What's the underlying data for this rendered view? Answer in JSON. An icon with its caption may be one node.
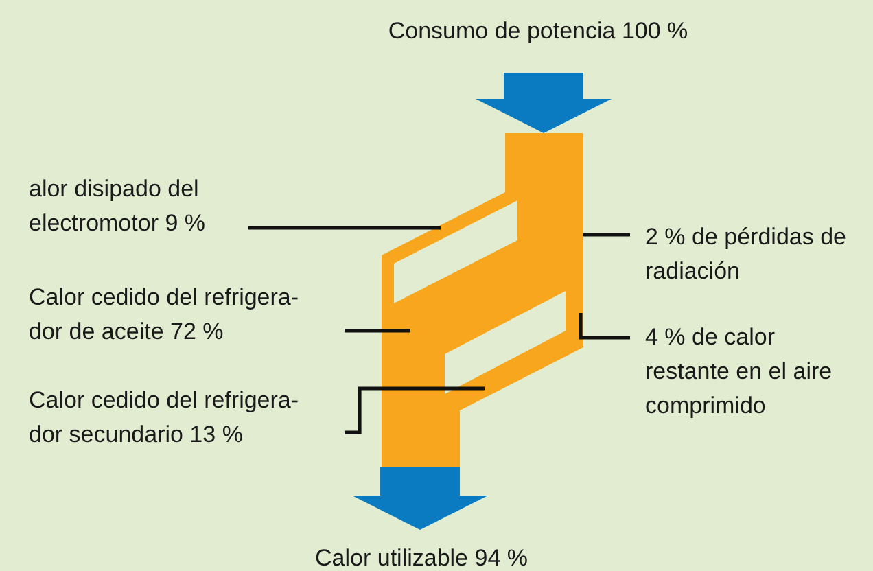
{
  "diagram": {
    "nodes": [
      {
        "text": [
          "Consumo de potencia 100 %"
        ]
      },
      {
        "text": [],
        "shape": "band"
      },
      {
        "text": [
          "alor disipado del electromotor 9 %"
        ]
      },
      {
        "text": [
          "Calor cedido del refrigera- dor de aceite 72 %"
        ]
      },
      {
        "text": [
          "Calor cedido del refrigera- dor secundario 13 %"
        ]
      },
      {
        "text": [
          "2 % de pérdidas de radiación"
        ]
      },
      {
        "text": [
          "4 % de calor restante en el aire comprimido"
        ]
      },
      {
        "text": [
          "Calor utilizable 94 %"
        ]
      }
    ],
    "edges": [
      {
        "from": 0,
        "to": 1,
        "arrow": "to",
        "style": "thick",
        "color": "#0a7bc0"
      },
      {
        "from": 2,
        "to": 1,
        "arrow": "none"
      },
      {
        "from": 3,
        "to": 1,
        "arrow": "none"
      },
      {
        "from": 4,
        "to": 1,
        "arrow": "none"
      },
      {
        "from": 5,
        "to": 1,
        "arrow": "none"
      },
      {
        "from": 6,
        "to": 1,
        "arrow": "none"
      },
      {
        "from": 1,
        "to": 7,
        "arrow": "to",
        "style": "thick",
        "color": "#0a7bc0"
      }
    ]
  }
}
